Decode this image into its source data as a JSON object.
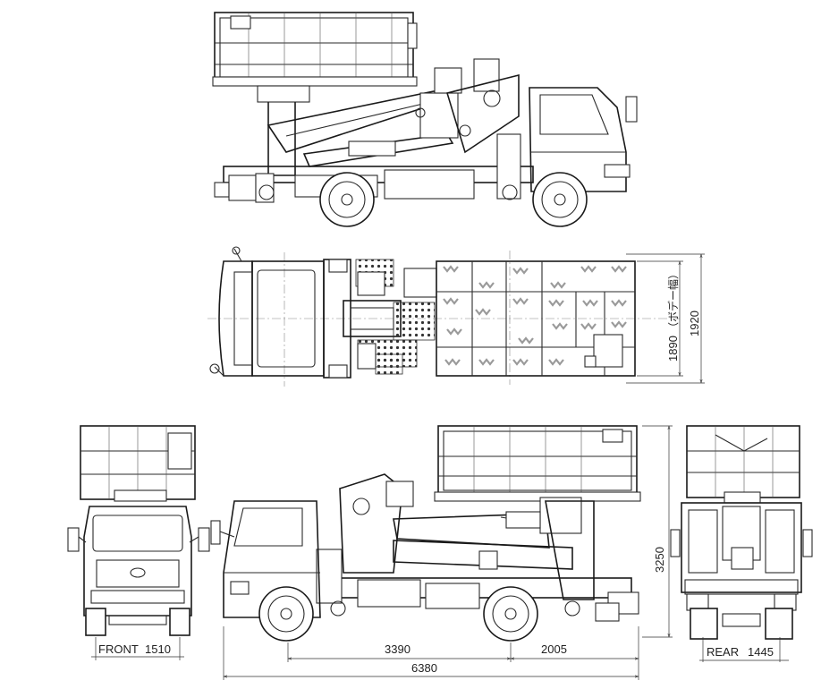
{
  "dimensions": {
    "front_width_label": "FRONT",
    "front_width_value": "1510",
    "wheelbase": "3390",
    "rear_overhang": "2005",
    "overall_length": "6380",
    "overall_height": "3250",
    "rear_track_label": "REAR",
    "rear_track_value": "1445",
    "body_width_inner": "1890",
    "body_width_note": "（ボデー幅）",
    "body_width_outer": "1920"
  },
  "colors": {
    "line": "#2a2a2a",
    "tread_mark": "#9a9a9a"
  }
}
